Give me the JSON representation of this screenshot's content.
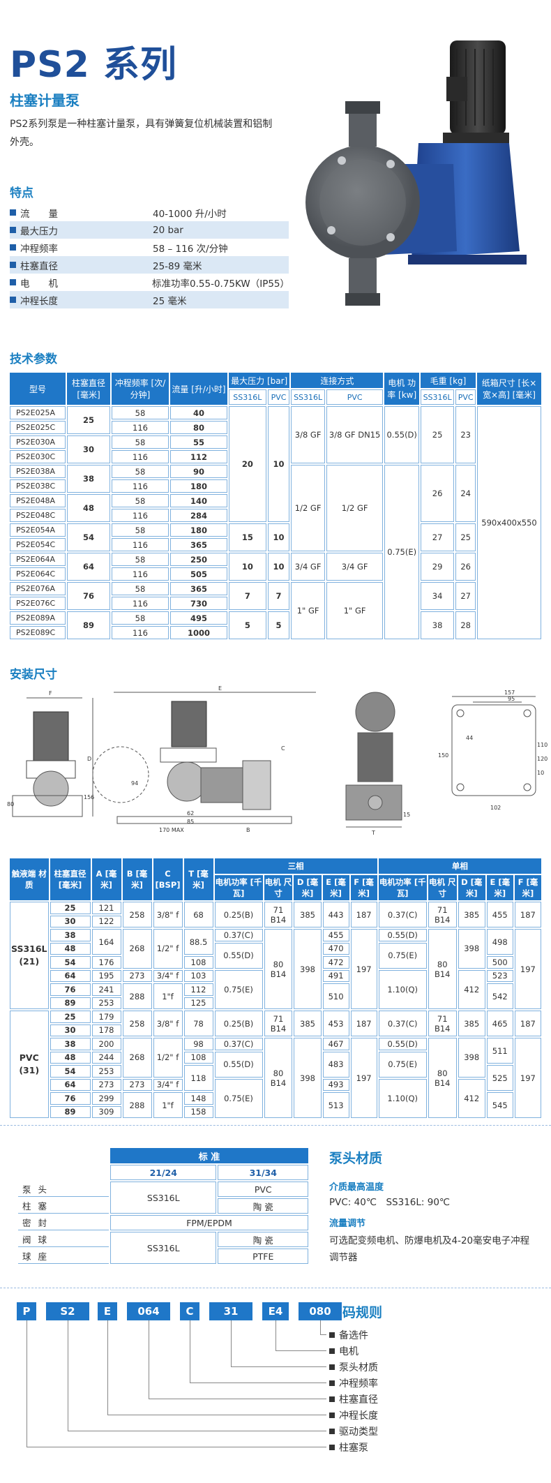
{
  "header": {
    "title": "PS2 系列",
    "subtitle": "柱塞计量泵",
    "intro": "PS2系列泵是一种柱塞计量泵，具有弹簧复位机械装置和铝制外壳。"
  },
  "features": {
    "heading": "特点",
    "items": [
      {
        "k": "流　　量",
        "v": "40-1000 升/小时"
      },
      {
        "k": "最大压力",
        "v": "20 bar"
      },
      {
        "k": "冲程频率",
        "v": "58 – 116 次/分钟"
      },
      {
        "k": "柱塞直径",
        "v": "25-89 毫米"
      },
      {
        "k": "电　　机",
        "v": "标准功率0.55-0.75KW（IP55）"
      },
      {
        "k": "冲程长度",
        "v": "25 毫米"
      }
    ]
  },
  "tech": {
    "heading": "技术参数",
    "headers": {
      "model": "型号",
      "plunger": "柱塞直径 [毫米]",
      "freq": "冲程频率 [次/分钟]",
      "flow": "流量 [升/小时]",
      "pressure": "最大压力 [bar]",
      "conn": "连接方式",
      "motor": "电机 功率 [kw]",
      "weight": "毛重 [kg]",
      "box": "纸箱尺寸 [长×宽×高] [毫米]",
      "ss": "SS316L",
      "pvc": "PVC"
    },
    "rows": [
      {
        "m": [
          "PS2E025A",
          "PS2E025C"
        ],
        "d": "25",
        "f": [
          "58",
          "116"
        ],
        "q": [
          "40",
          "80"
        ]
      },
      {
        "m": [
          "PS2E030A",
          "PS2E030C"
        ],
        "d": "30",
        "f": [
          "58",
          "116"
        ],
        "q": [
          "55",
          "112"
        ]
      },
      {
        "m": [
          "PS2E038A",
          "PS2E038C"
        ],
        "d": "38",
        "f": [
          "58",
          "116"
        ],
        "q": [
          "90",
          "180"
        ]
      },
      {
        "m": [
          "PS2E048A",
          "PS2E048C"
        ],
        "d": "48",
        "f": [
          "58",
          "116"
        ],
        "q": [
          "140",
          "284"
        ]
      },
      {
        "m": [
          "PS2E054A",
          "PS2E054C"
        ],
        "d": "54",
        "f": [
          "58",
          "116"
        ],
        "q": [
          "180",
          "365"
        ]
      },
      {
        "m": [
          "PS2E064A",
          "PS2E064C"
        ],
        "d": "64",
        "f": [
          "58",
          "116"
        ],
        "q": [
          "250",
          "505"
        ]
      },
      {
        "m": [
          "PS2E076A",
          "PS2E076C"
        ],
        "d": "76",
        "f": [
          "58",
          "116"
        ],
        "q": [
          "365",
          "730"
        ]
      },
      {
        "m": [
          "PS2E089A",
          "PS2E089C"
        ],
        "d": "89",
        "f": [
          "58",
          "116"
        ],
        "q": [
          "495",
          "1000"
        ]
      }
    ],
    "pressure": [
      {
        "ss": "20",
        "pvc": "10"
      },
      {
        "ss": "15",
        "pvc": "10"
      },
      {
        "ss": "10",
        "pvc": "10"
      },
      {
        "ss": "7",
        "pvc": "7"
      },
      {
        "ss": "5",
        "pvc": "5"
      }
    ],
    "conn": {
      "ss": [
        "3/8 GF",
        "1/2 GF",
        "3/4 GF",
        "1\" GF"
      ],
      "pvc": [
        "3/8 GF DN15",
        "1/2 GF",
        "3/4 GF",
        "1\" GF"
      ]
    },
    "motor": [
      "0.55(D)",
      "0.75(E)"
    ],
    "weight": [
      {
        "ss": "25",
        "pvc": "23"
      },
      {
        "ss": "26",
        "pvc": "24"
      },
      {
        "ss": "27",
        "pvc": "25"
      },
      {
        "ss": "29",
        "pvc": "26"
      },
      {
        "ss": "34",
        "pvc": "27"
      },
      {
        "ss": "38",
        "pvc": "28"
      }
    ],
    "box": "590x400x550"
  },
  "install": {
    "heading": "安装尺寸",
    "labels": {
      "F": "F",
      "E": "E",
      "D": "D",
      "C": "C",
      "B": "B",
      "T": "T",
      "d156": "156",
      "d80": "80",
      "d94": "94",
      "d62": "62",
      "d85": "85",
      "max": "170 MAX",
      "d157": "157",
      "d95": "95",
      "d150": "150",
      "d44": "44",
      "d102": "102",
      "d110": "110",
      "d120": "120",
      "d10": "10",
      "d15": "15"
    }
  },
  "dims": {
    "headers": {
      "mat": "触液端 材质",
      "plunger": "柱塞直径 [毫米]",
      "A": "A [毫米]",
      "B": "B [毫米]",
      "C": "C [BSP]",
      "T": "T [毫米]",
      "three": "三相",
      "single": "单相",
      "power": "电机功率 [千瓦]",
      "size": "电机 尺寸",
      "D": "D [毫米]",
      "E": "E [毫米]",
      "F": "F [毫米]"
    },
    "ss": {
      "name": "SS316L (21)",
      "plunger": [
        "25",
        "30",
        "38",
        "48",
        "54",
        "64",
        "76",
        "89"
      ],
      "A": [
        "121",
        "122",
        "164",
        "176",
        "195",
        "241",
        "253"
      ],
      "B": [
        "258",
        "268",
        "273",
        "288"
      ],
      "C": [
        "3/8\" f",
        "1/2\" f",
        "3/4\" f",
        "1\"f"
      ],
      "T": [
        "68",
        "88.5",
        "108",
        "103",
        "112",
        "125"
      ],
      "tp": [
        "0.25(B)",
        "0.37(C)",
        "0.55(D)",
        "0.75(E)"
      ],
      "ts": [
        "71 B14",
        "80 B14"
      ],
      "tD": [
        "385",
        "398"
      ],
      "tE": [
        "443",
        "455",
        "470",
        "472",
        "491",
        "510"
      ],
      "tF": [
        "187",
        "197"
      ],
      "sp": [
        "0.37(C)",
        "0.55(D)",
        "0.75(E)",
        "1.10(Q)"
      ],
      "ss_": [
        "71 B14",
        "80 B14"
      ],
      "sD": [
        "385",
        "398",
        "412"
      ],
      "sE": [
        "455",
        "498",
        "500",
        "523",
        "542"
      ],
      "sF": [
        "187",
        "197"
      ]
    },
    "pvc": {
      "name": "PVC (31)",
      "plunger": [
        "25",
        "30",
        "38",
        "48",
        "54",
        "64",
        "76",
        "89"
      ],
      "A": [
        "179",
        "178",
        "200",
        "244",
        "253",
        "273",
        "299",
        "309"
      ],
      "B": [
        "258",
        "268",
        "273",
        "288"
      ],
      "C": [
        "3/8\" f",
        "1/2\" f",
        "3/4\" f",
        "1\"f"
      ],
      "T": [
        "78",
        "98",
        "108",
        "118",
        "148",
        "158"
      ],
      "tp": [
        "0.25(B)",
        "0.37(C)",
        "0.55(D)",
        "0.75(E)"
      ],
      "ts": [
        "71 B14",
        "80 B14"
      ],
      "tD": [
        "385",
        "398"
      ],
      "tE": [
        "453",
        "467",
        "483",
        "493",
        "513"
      ],
      "tF": [
        "187",
        "197"
      ],
      "sp": [
        "0.37(C)",
        "0.55(D)",
        "0.75(E)",
        "1.10(Q)"
      ],
      "ss_": [
        "71 B14",
        "80 B14"
      ],
      "sD": [
        "385",
        "398",
        "412"
      ],
      "sE": [
        "465",
        "511",
        "525",
        "545"
      ],
      "sF": [
        "187",
        "197"
      ]
    }
  },
  "materials": {
    "std": "标 准",
    "c1": "21/24",
    "c2": "31/34",
    "rows": [
      {
        "l": "泵 头",
        "a": "SS316L",
        "b": "PVC"
      },
      {
        "l": "柱 塞",
        "b": "陶 瓷"
      },
      {
        "l": "密 封",
        "ab": "FPM/EPDM"
      },
      {
        "l": "阀 球",
        "a": "SS316L",
        "b": "陶 瓷"
      },
      {
        "l": "球 座",
        "b": "PTFE"
      }
    ]
  },
  "pumphead": {
    "heading": "泵头材质",
    "temp_h": "介质最高温度",
    "temp": "PVC: 40℃ SS316L: 90℃",
    "adj_h": "流量调节",
    "adj": "可选配变频电机、防爆电机及4-20毫安电子冲程调节器"
  },
  "code": {
    "heading": "编码规则",
    "boxes": [
      "P",
      "S2",
      "E",
      "064",
      "C",
      "31",
      "E4",
      "080"
    ],
    "legend": [
      "备选件",
      "电机",
      "泵头材质",
      "冲程频率",
      "柱塞直径",
      "冲程长度",
      "驱动类型",
      "柱塞泵"
    ]
  }
}
